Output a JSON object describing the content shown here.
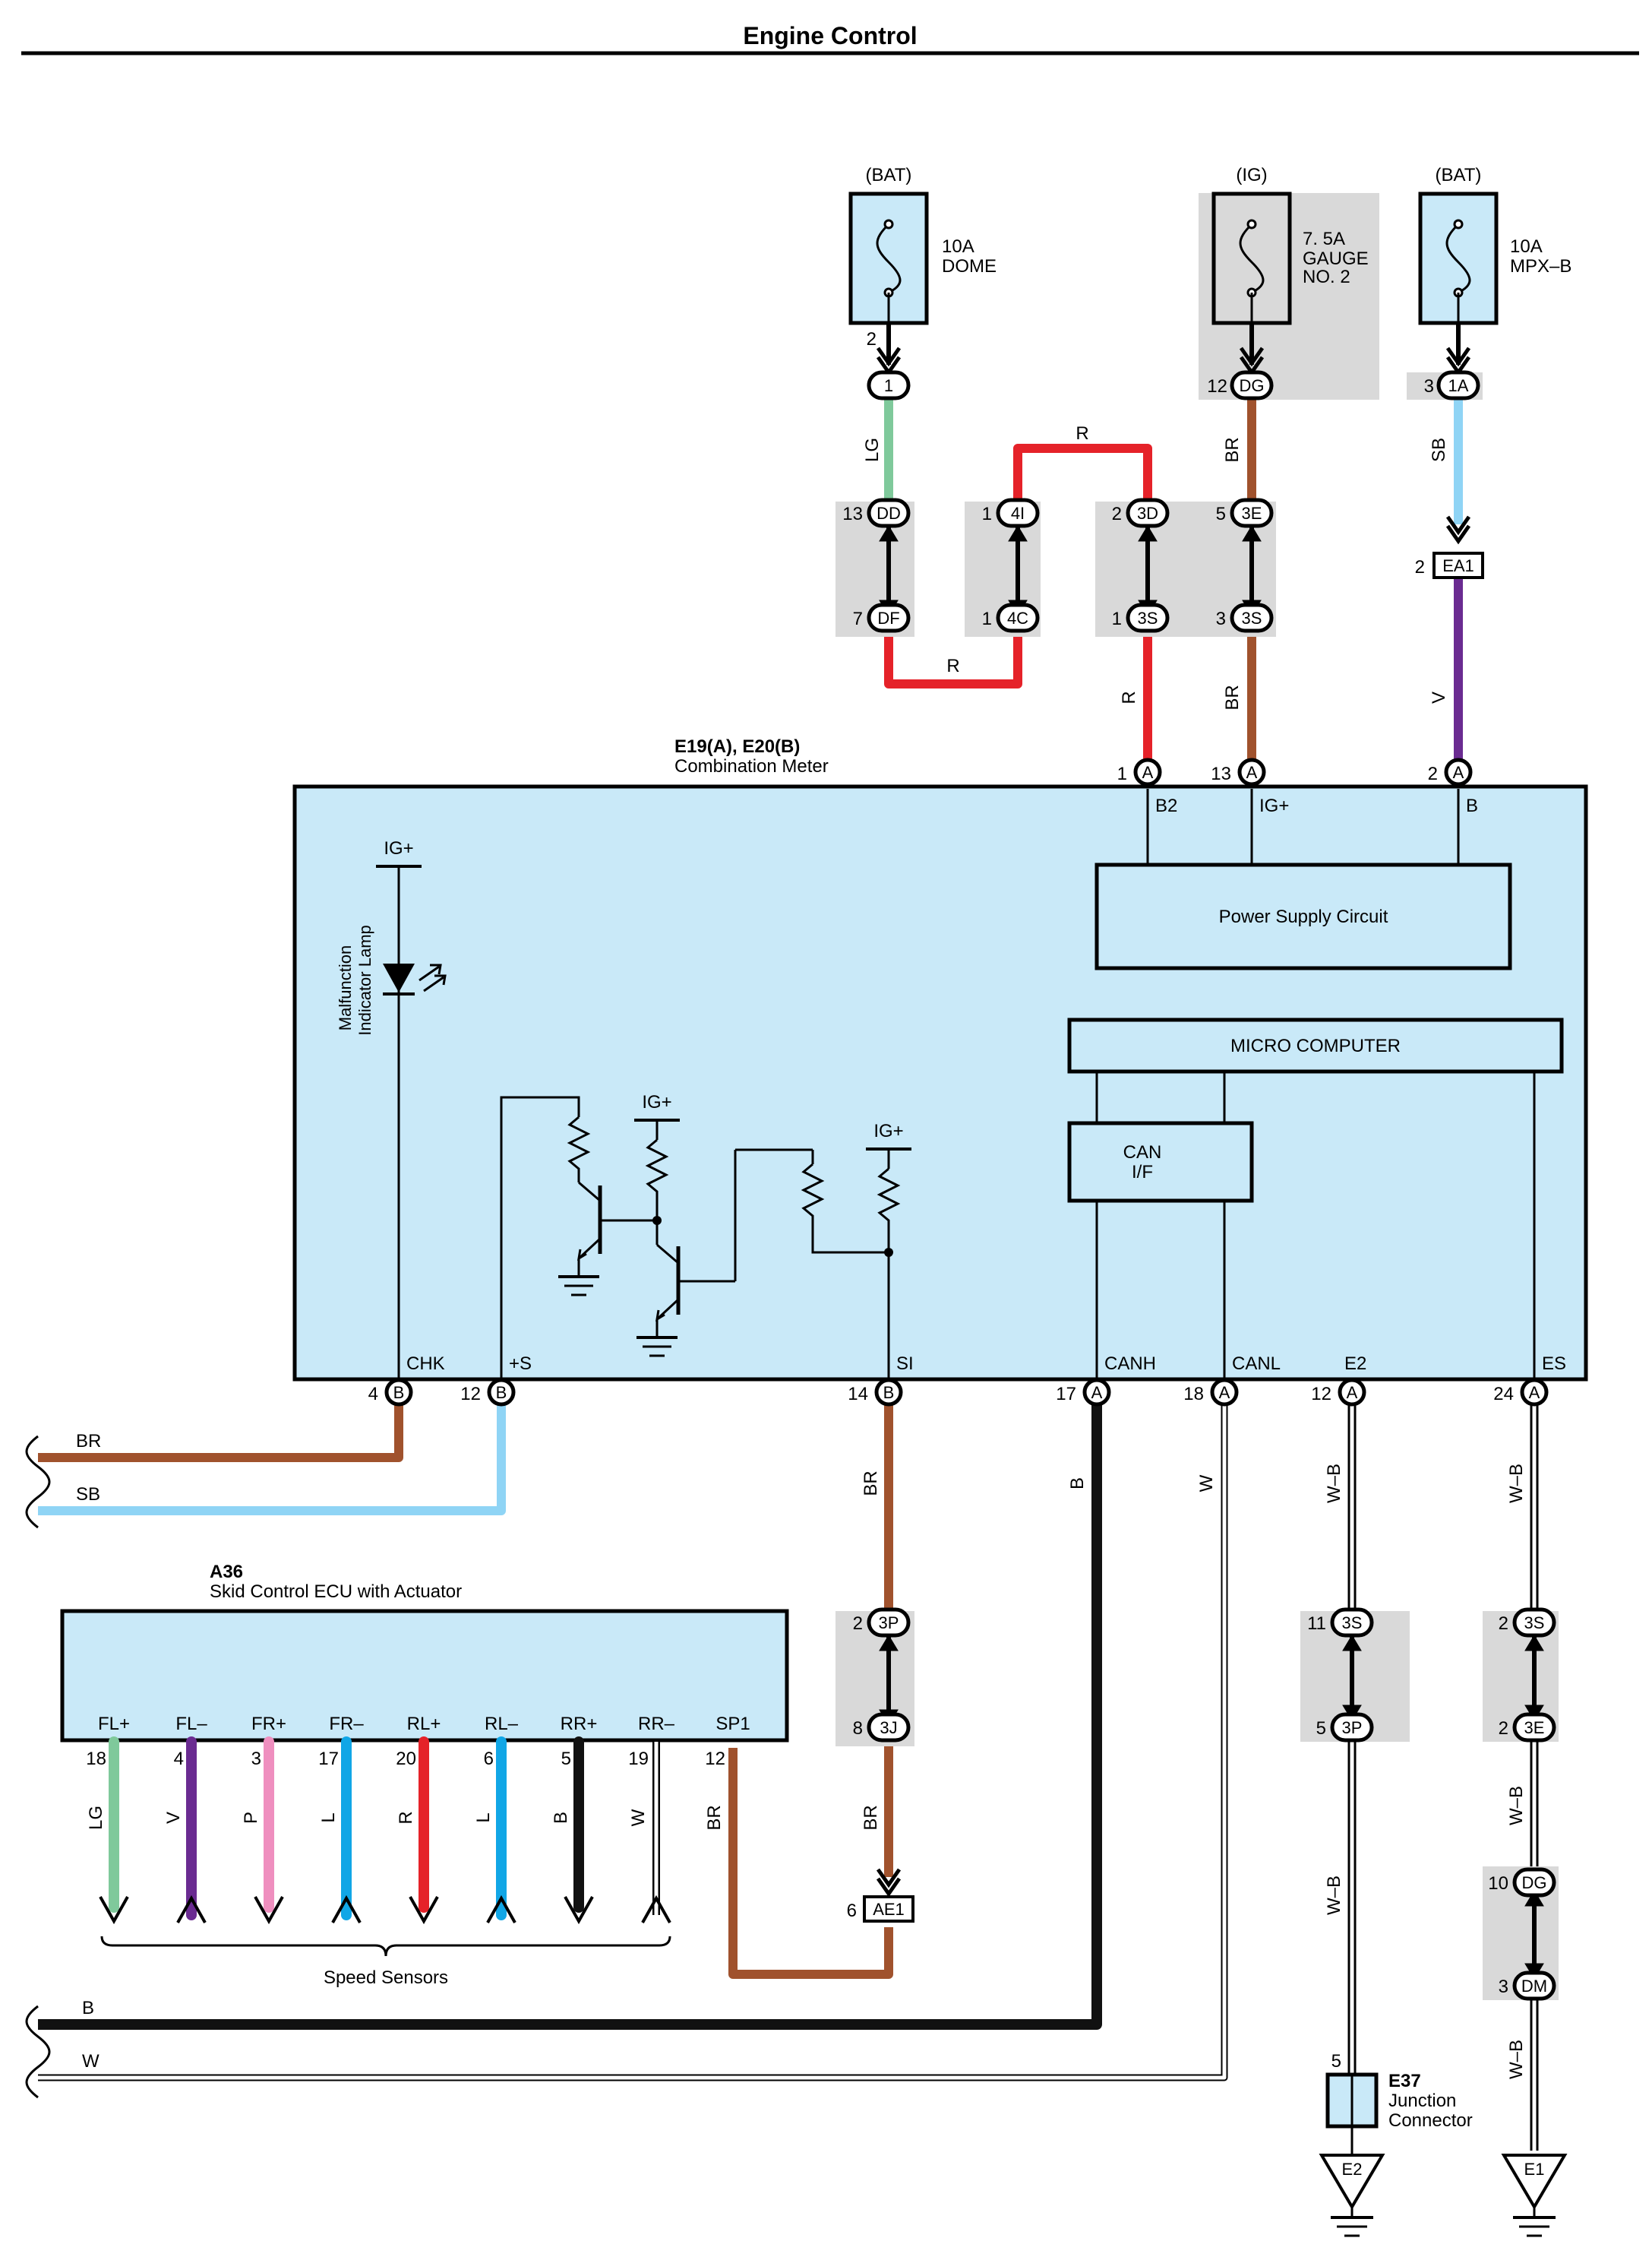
{
  "title": "Engine Control",
  "colors": {
    "LG": "#7fc99b",
    "R": "#e52229",
    "BR": "#a0522d",
    "SB": "#8fd4f5",
    "V": "#6a2b91",
    "B": "#111111",
    "W": "#ffffff",
    "P": "#ef8fbf",
    "L": "#11a6e6",
    "box_fill": "#c9e9f8",
    "shade": "#d9d9d9"
  },
  "fuses": [
    {
      "source": "(BAT)",
      "rating": "10A",
      "name": "DOME"
    },
    {
      "source": "(IG)",
      "rating": "7. 5A",
      "name": "GAUGE",
      "name2": "NO. 2"
    },
    {
      "source": "(BAT)",
      "rating": "10A",
      "name": "MPX–B"
    }
  ],
  "connectors": {
    "c1": {
      "pin": "2",
      "id": "1"
    },
    "dg": {
      "pin": "12",
      "id": "DG"
    },
    "c1a": {
      "pin": "3",
      "id": "1A"
    },
    "dd": {
      "pin": "13",
      "id": "DD"
    },
    "df": {
      "pin": "7",
      "id": "DF"
    },
    "4i": {
      "pin": "1",
      "id": "4I"
    },
    "4c": {
      "pin": "1",
      "id": "4C"
    },
    "3d": {
      "pin": "2",
      "id": "3D"
    },
    "3s_r": {
      "pin": "1",
      "id": "3S"
    },
    "3e_br": {
      "pin": "5",
      "id": "3E"
    },
    "3s_br": {
      "pin": "3",
      "id": "3S"
    },
    "ea1": {
      "pin": "2",
      "id": "EA1"
    },
    "top_b2": {
      "pin": "1",
      "id": "A"
    },
    "top_ig": {
      "pin": "13",
      "id": "A"
    },
    "top_b": {
      "pin": "2",
      "id": "A"
    },
    "bot_chk": {
      "pin": "4",
      "id": "B"
    },
    "bot_s": {
      "pin": "12",
      "id": "B"
    },
    "bot_si": {
      "pin": "14",
      "id": "B"
    },
    "bot_canh": {
      "pin": "17",
      "id": "A"
    },
    "bot_canl": {
      "pin": "18",
      "id": "A"
    },
    "bot_e2": {
      "pin": "12",
      "id": "A"
    },
    "bot_es": {
      "pin": "24",
      "id": "A"
    },
    "3p_top": {
      "pin": "2",
      "id": "3P"
    },
    "3j": {
      "pin": "8",
      "id": "3J"
    },
    "3s_e2": {
      "pin": "11",
      "id": "3S"
    },
    "3p_e2": {
      "pin": "5",
      "id": "3P"
    },
    "3s_es": {
      "pin": "2",
      "id": "3S"
    },
    "3e_es": {
      "pin": "2",
      "id": "3E"
    },
    "dg_es": {
      "pin": "10",
      "id": "DG"
    },
    "dm": {
      "pin": "3",
      "id": "DM"
    },
    "ae1": {
      "pin": "6",
      "id": "AE1"
    },
    "e37": {
      "pin": "5"
    }
  },
  "wire_labels": {
    "lg": "LG",
    "r_top": "R",
    "r_bottom": "R",
    "r_vert": "R",
    "br_top": "BR",
    "br_mid": "BR",
    "sb": "SB",
    "v": "V",
    "br_left": "BR",
    "sb_left": "SB",
    "br_si": "BR",
    "b_canh": "B",
    "w_canl": "W",
    "wb_e2": "W–B",
    "wb_es": "W–B",
    "br_ae1": "BR",
    "wb_e2_low": "W–B",
    "wb_es_mid": "W–B",
    "wb_es_low": "W–B",
    "b_left": "B",
    "w_left": "W",
    "br_sp1": "BR"
  },
  "meter": {
    "ref": "E19(A), E20(B)",
    "name": "Combination Meter",
    "top_terminals": [
      "B2",
      "IG+",
      "B"
    ],
    "power_supply": "Power Supply Circuit",
    "micro": "MICRO COMPUTER",
    "can_if": "CAN",
    "can_if2": "I/F",
    "ig_labels": [
      "IG+",
      "IG+",
      "IG+"
    ],
    "mil": "Malfunction",
    "mil2": "Indicator Lamp",
    "bottom_terminals": [
      "CHK",
      "+S",
      "SI",
      "CANH",
      "CANL",
      "E2",
      "ES"
    ]
  },
  "ecu": {
    "ref": "A36",
    "name": "Skid Control ECU with Actuator",
    "terminals": [
      {
        "name": "FL+",
        "pin": "18",
        "color": "LG"
      },
      {
        "name": "FL–",
        "pin": "4",
        "color": "V"
      },
      {
        "name": "FR+",
        "pin": "3",
        "color": "P"
      },
      {
        "name": "FR–",
        "pin": "17",
        "color": "L"
      },
      {
        "name": "RL+",
        "pin": "20",
        "color": "R"
      },
      {
        "name": "RL–",
        "pin": "6",
        "color": "L"
      },
      {
        "name": "RR+",
        "pin": "5",
        "color": "B"
      },
      {
        "name": "RR–",
        "pin": "19",
        "color": "W"
      }
    ],
    "sp1": {
      "name": "SP1",
      "pin": "12"
    },
    "speed_sensors": "Speed Sensors"
  },
  "junction": {
    "ref": "E37",
    "name": "Junction",
    "name2": "Connector"
  },
  "grounds": [
    "E2",
    "E1"
  ]
}
